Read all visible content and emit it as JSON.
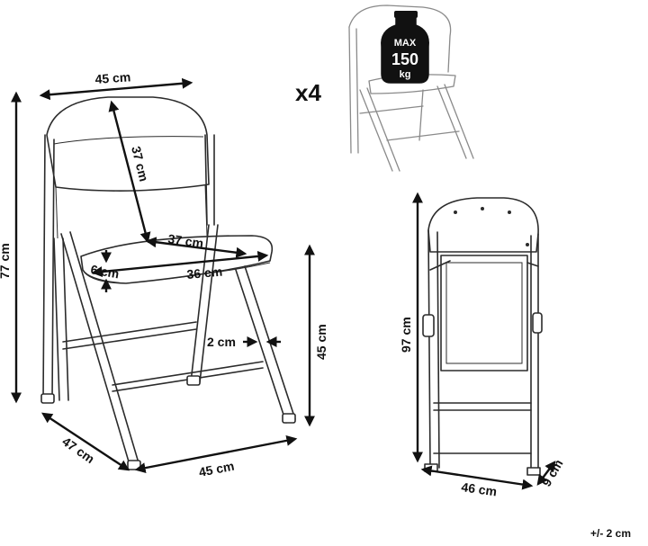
{
  "main_chair": {
    "width_top": "45 cm",
    "backrest_height": "37 cm",
    "seat_depth": "37 cm",
    "seat_width": "36 cm",
    "seat_thickness": "6 cm",
    "leg_offset": "2 cm",
    "total_height": "77 cm",
    "seat_height": "45 cm",
    "depth": "47 cm",
    "width_bottom": "45 cm"
  },
  "quantity": "x4",
  "max_load": {
    "label": "MAX",
    "value": "150",
    "unit": "kg"
  },
  "folded_chair": {
    "height": "97 cm",
    "width": "46 cm",
    "thickness": "9 cm"
  },
  "tolerance": "+/- 2 cm"
}
